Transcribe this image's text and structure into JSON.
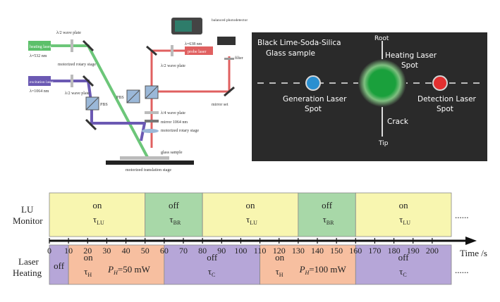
{
  "setup": {
    "heating_laser": "heating laser",
    "heating_wavelength": "λ=532 nm",
    "half_wave_top": "λ/2 wave plate",
    "motorized_rotary_top": "motorized rotary stage",
    "excitation_laser": "excitation laser",
    "excitation_wavelength": "λ=1064 nm",
    "half_wave_mid": "λ/2 wave plate",
    "pbs_left": "PBS",
    "pbs_right": "PBS",
    "balanced_detector": "balanced photodetector",
    "filter": "filter",
    "probe_wavelength": "λ=638 nm",
    "probe_laser": "probe laser",
    "half_wave_right": "λ/2 wave plate",
    "quarter_wave": "λ/4 wave plate",
    "mirror_1064": "mirror 1064 nm",
    "motorized_rotary_bottom": "motorized rotary stage",
    "mirror_set": "mirror set",
    "glass_sample": "glass sample",
    "translation_stage": "motorized translation stage"
  },
  "spot_diagram": {
    "sample_title": "Black Lime-Soda-Silica Glass sample",
    "root": "Root",
    "tip": "Tip",
    "heating_spot": "Heating Laser Spot",
    "generation_spot": "Generation Laser Spot",
    "detection_spot": "Detection Laser Spot",
    "crack": "Crack",
    "colors": {
      "background": "#2a2a2a",
      "generation": "#2a8fd0",
      "heating": "#1aa03c",
      "detection": "#e23030"
    }
  },
  "timeline": {
    "lu_label_1": "LU",
    "lu_label_2": "Monitor",
    "heat_label_1": "Laser",
    "heat_label_2": "Heating",
    "axis_label": "Time /s",
    "ellipsis": "......",
    "ticks": [
      "0",
      "10",
      "20",
      "30",
      "40",
      "50",
      "60",
      "70",
      "80",
      "90",
      "100",
      "110",
      "120",
      "130",
      "140",
      "150",
      "160",
      "170",
      "180",
      "190",
      "200"
    ],
    "tick_values": [
      0,
      10,
      20,
      30,
      40,
      50,
      60,
      70,
      80,
      90,
      100,
      110,
      120,
      130,
      140,
      150,
      160,
      170,
      180,
      190,
      200
    ],
    "axis_max": 210,
    "lu_segments": [
      {
        "start": 0,
        "end": 50,
        "state": "on",
        "tau": "τ",
        "sub": "LU",
        "color": "#f8f6b0"
      },
      {
        "start": 50,
        "end": 80,
        "state": "off",
        "tau": "τ",
        "sub": "BR",
        "color": "#a8d8a8"
      },
      {
        "start": 80,
        "end": 130,
        "state": "on",
        "tau": "τ",
        "sub": "LU",
        "color": "#f8f6b0"
      },
      {
        "start": 130,
        "end": 160,
        "state": "off",
        "tau": "τ",
        "sub": "BR",
        "color": "#a8d8a8"
      },
      {
        "start": 160,
        "end": 210,
        "state": "on",
        "tau": "τ",
        "sub": "LU",
        "color": "#f8f6b0"
      }
    ],
    "heat_segments": [
      {
        "start": 0,
        "end": 10,
        "state": "off",
        "tau": "",
        "sub": "",
        "power": "",
        "color": "#b6a6d8"
      },
      {
        "start": 10,
        "end": 60,
        "state": "on",
        "tau": "τ",
        "sub": "H",
        "power": "P",
        "power_sub": "H",
        "power_val": "=50 mW",
        "color": "#f7bfa0"
      },
      {
        "start": 60,
        "end": 110,
        "state": "off",
        "tau": "τ",
        "sub": "C",
        "power": "",
        "color": "#b6a6d8"
      },
      {
        "start": 110,
        "end": 160,
        "state": "on",
        "tau": "τ",
        "sub": "H",
        "power": "P",
        "power_sub": "H",
        "power_val": "=100 mW",
        "color": "#f7bfa0"
      },
      {
        "start": 160,
        "end": 210,
        "state": "off",
        "tau": "τ",
        "sub": "C",
        "power": "",
        "color": "#b6a6d8"
      }
    ]
  }
}
